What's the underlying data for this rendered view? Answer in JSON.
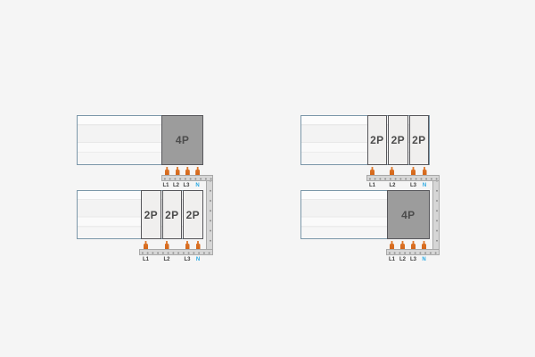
{
  "colors": {
    "background": "#f5f5f5",
    "accent_orange": "#d3661a",
    "module_dark_fill": "#9c9c9c",
    "module_light_fill": "#f0efee",
    "module_border": "#57575b",
    "module_label": "#4c4c4c",
    "busbar_fill": "#d6d6d6",
    "busbar_border": "#a9a9a9",
    "rail_border": "#7b97a9",
    "phase_label": "#3d3d3d",
    "neutral_label": "#29a8e2"
  },
  "diagrams": [
    {
      "top": {
        "modules": [
          {
            "label": "4P"
          }
        ],
        "bus_labels": [
          {
            "text": "L1"
          },
          {
            "text": "L2"
          },
          {
            "text": "L3"
          },
          {
            "text": "N"
          }
        ]
      },
      "bottom": {
        "modules": [
          {
            "label": "2P"
          },
          {
            "label": "2P"
          },
          {
            "label": "2P"
          }
        ],
        "bus_labels": [
          {
            "text": "L1"
          },
          {
            "text": "L2"
          },
          {
            "text": "L3"
          },
          {
            "text": "N"
          }
        ]
      }
    },
    {
      "top": {
        "modules": [
          {
            "label": "2P"
          },
          {
            "label": "2P"
          },
          {
            "label": "2P"
          }
        ],
        "bus_labels": [
          {
            "text": "L1"
          },
          {
            "text": "L2"
          },
          {
            "text": "L3"
          },
          {
            "text": "N"
          }
        ]
      },
      "bottom": {
        "modules": [
          {
            "label": "4P"
          }
        ],
        "bus_labels": [
          {
            "text": "L1"
          },
          {
            "text": "L2"
          },
          {
            "text": "L3"
          },
          {
            "text": "N"
          }
        ]
      }
    }
  ]
}
